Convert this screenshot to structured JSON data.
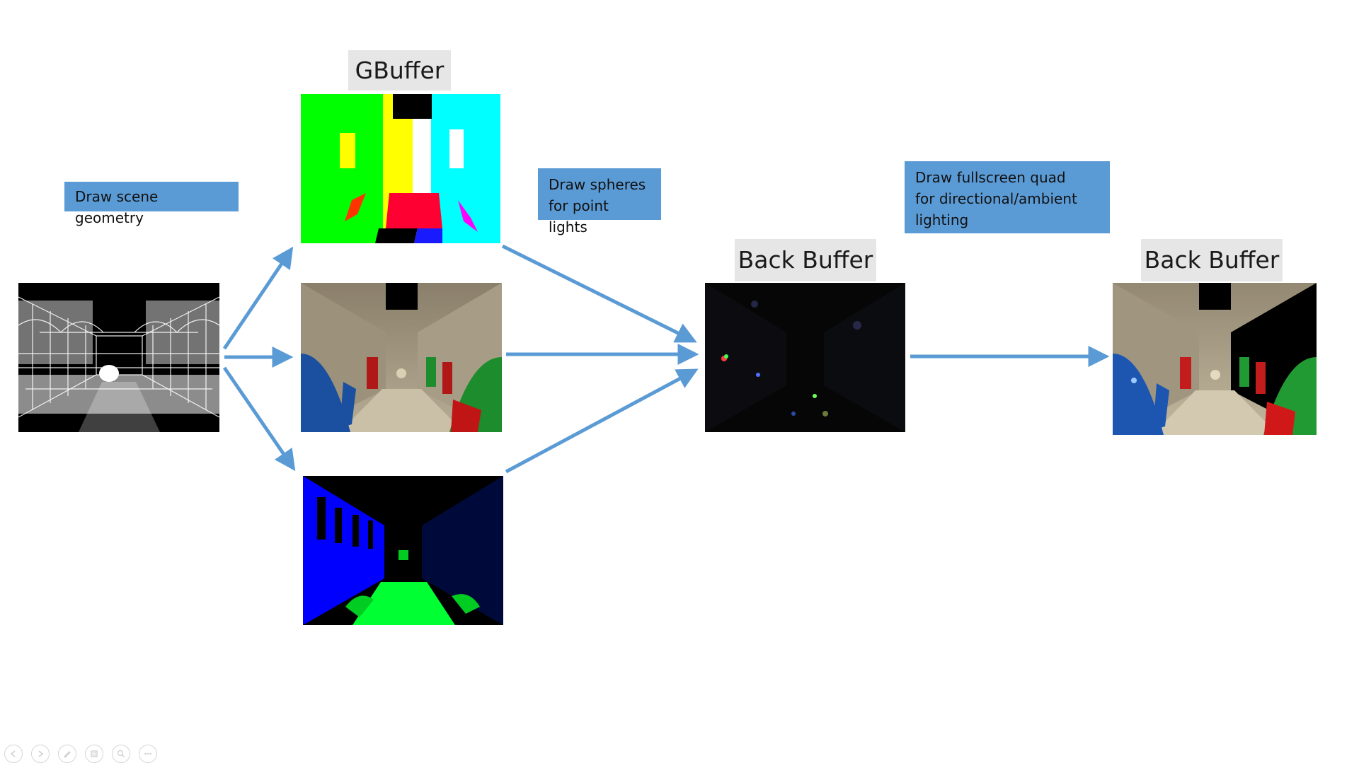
{
  "titles": {
    "gbuffer": "GBuffer",
    "back_buffer_1": "Back Buffer",
    "back_buffer_2": "Back Buffer"
  },
  "labels": {
    "draw_scene": "Draw scene geometry",
    "draw_spheres": "Draw spheres\nfor point lights",
    "draw_quad": "Draw fullscreen quad\nfor directional/ambient\nlighting"
  },
  "colors": {
    "arrow": "#5b9bd5",
    "label_bg": "#5b9bd5",
    "title_bg": "#e7e6e6"
  },
  "images": {
    "wireframe": "scene-wireframe-image",
    "normals": "gbuffer-normal-image",
    "albedo": "gbuffer-albedo-image",
    "specular": "gbuffer-specular-image",
    "point_lights": "point-light-result-image",
    "final": "final-lit-image"
  },
  "controls": [
    "previous-icon",
    "next-icon",
    "pen-icon",
    "slides-icon",
    "zoom-icon",
    "more-icon"
  ]
}
